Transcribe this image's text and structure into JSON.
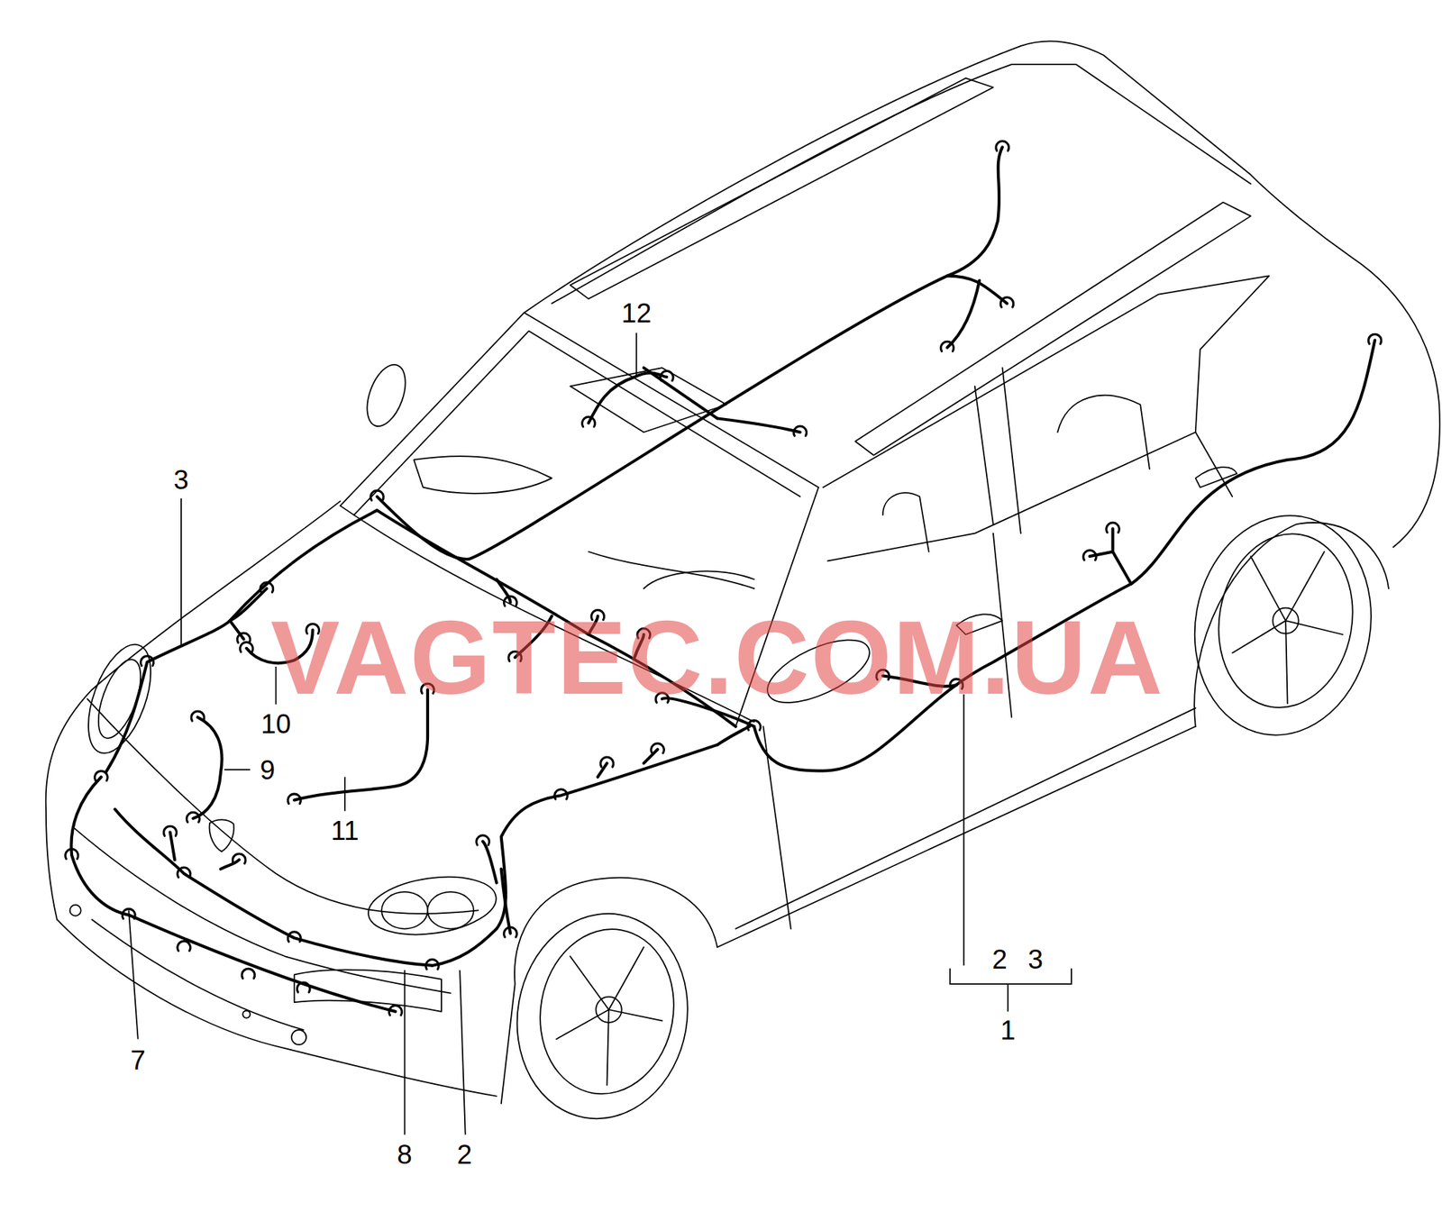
{
  "diagram": {
    "labels": [
      "12",
      "3",
      "10",
      "9",
      "11",
      "2",
      "3",
      "1",
      "7",
      "8",
      "2",
      "VAGTEC.COM.UA"
    ]
  }
}
